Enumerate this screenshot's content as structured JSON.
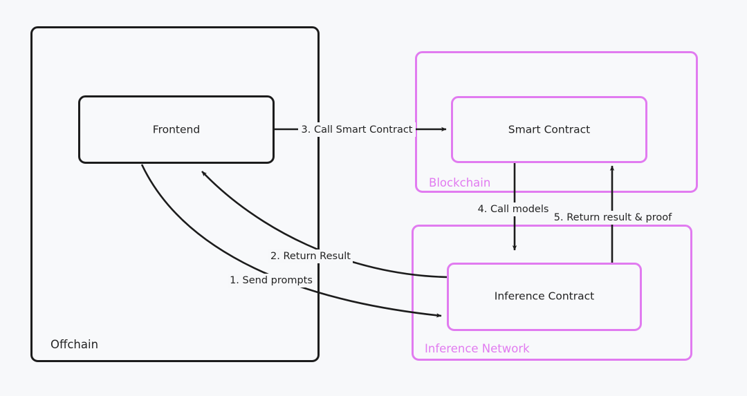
{
  "diagram": {
    "title": "Offchain / Blockchain / Inference Network flow",
    "background_color": "#f7f8fa",
    "accent_color": "#e17bf0",
    "line_color": "#1c1c1c",
    "containers": [
      {
        "id": "offchain",
        "label": "Offchain",
        "color": "#1c1c1c",
        "label_position": "bottom-left"
      },
      {
        "id": "blockchain",
        "label": "Blockchain",
        "color": "#e17bf0",
        "label_position": "bottom-left"
      },
      {
        "id": "inference-network",
        "label": "Inference Network",
        "color": "#e17bf0",
        "label_position": "bottom-left"
      }
    ],
    "nodes": [
      {
        "id": "frontend",
        "label": "Frontend",
        "color": "#1c1c1c",
        "parent": "offchain"
      },
      {
        "id": "smart-contract",
        "label": "Smart Contract",
        "color": "#e17bf0",
        "parent": "blockchain"
      },
      {
        "id": "inference-contract",
        "label": "Inference Contract",
        "color": "#e17bf0",
        "parent": "inference-network"
      }
    ],
    "edges": [
      {
        "id": "edge-1",
        "label": "1. Send prompts",
        "from": "frontend",
        "to": "inference-contract"
      },
      {
        "id": "edge-2",
        "label": "2. Return Result",
        "from": "inference-contract",
        "to": "frontend"
      },
      {
        "id": "edge-3",
        "label": "3. Call Smart Contract",
        "from": "frontend",
        "to": "smart-contract"
      },
      {
        "id": "edge-4",
        "label": "4. Call models",
        "from": "smart-contract",
        "to": "inference-contract"
      },
      {
        "id": "edge-5",
        "label": "5. Return result & proof",
        "from": "inference-contract",
        "to": "smart-contract"
      }
    ]
  }
}
